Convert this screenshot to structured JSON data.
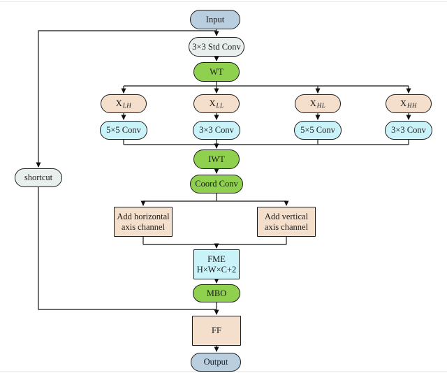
{
  "figure": {
    "type": "flowchart",
    "colors": {
      "io_fill": "#b9cfe0",
      "neutral_fill": "#e9efec",
      "green_fill": "#8fd04e",
      "peach_fill": "#f4dfcc",
      "cyan_fill": "#c9f3f9",
      "line": "#383838"
    },
    "nodes": {
      "input": {
        "label": "Input"
      },
      "std_conv": {
        "label": "3×3 Std Conv"
      },
      "wt": {
        "label": "WT"
      },
      "x_lh": {
        "base": "X",
        "sub": "LH"
      },
      "x_ll": {
        "base": "X",
        "sub": "LL"
      },
      "x_hl": {
        "base": "X",
        "sub": "HL"
      },
      "x_hh": {
        "base": "X",
        "sub": "HH"
      },
      "conv_lh": {
        "label": "5×5 Conv"
      },
      "conv_ll": {
        "label": "3×3 Conv"
      },
      "conv_hl": {
        "label": "5×5 Conv"
      },
      "conv_hh": {
        "label": "3×3 Conv"
      },
      "iwt": {
        "label": "IWT"
      },
      "coord_conv": {
        "label": "Coord Conv"
      },
      "add_horizontal": {
        "line1": "Add horizontal",
        "line2": "axis channel"
      },
      "add_vertical": {
        "line1": "Add vertical",
        "line2": "axis channel"
      },
      "fme": {
        "line1": "FME",
        "line2": "H×W×C+2"
      },
      "mbo": {
        "label": "MBO"
      },
      "ff": {
        "label": "FF"
      },
      "output": {
        "label": "Output"
      },
      "shortcut": {
        "label": "shortcut"
      }
    }
  }
}
